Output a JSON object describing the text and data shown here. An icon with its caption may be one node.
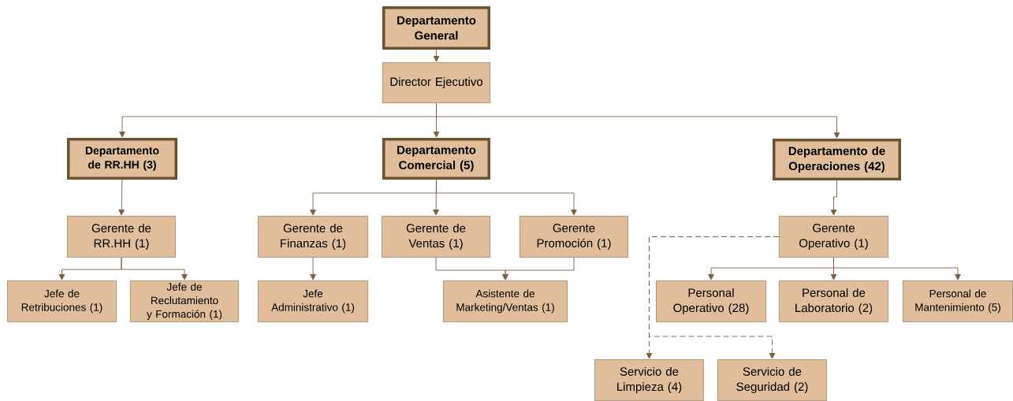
{
  "diagram": {
    "nodes": [
      {
        "text": [
          "Departamento General"
        ]
      },
      {
        "text": [
          "Director Ejecutivo"
        ]
      },
      {
        "text": [
          "Departamento de RR.HH (3)"
        ]
      },
      {
        "text": [
          "Departamento Comercial (5)"
        ]
      },
      {
        "text": [
          "Departamento de Operaciones (42)"
        ]
      },
      {
        "text": [
          "Gerente de RR.HH (1)"
        ]
      },
      {
        "text": [
          "Gerente de Finanzas (1)"
        ]
      },
      {
        "text": [
          "Gerente de Ventas (1)"
        ]
      },
      {
        "text": [
          "Gerente Promoción (1)"
        ]
      },
      {
        "text": [
          "Gerente Operativo (1)"
        ]
      },
      {
        "text": [
          "Jefe de Retribuciones (1)"
        ]
      },
      {
        "text": [
          "Jefe de Reclutamiento y Formación (1)"
        ]
      },
      {
        "text": [
          "Jefe Administrativo (1)"
        ]
      },
      {
        "text": [
          "Asistente de Marketing/Ventas (1)"
        ]
      },
      {
        "text": [
          "Personal Operativo (28)"
        ]
      },
      {
        "text": [
          "Personal de Laboratorio (2)"
        ]
      },
      {
        "text": [
          "Personal de Mantenimiento (5)"
        ]
      },
      {
        "text": [
          "Servicio de Limpieza (4)"
        ]
      },
      {
        "text": [
          "Servicio de Seguridad (2)"
        ]
      }
    ],
    "edges": [
      {
        "from": 0,
        "to": 1,
        "arrow": "to"
      },
      {
        "from": 1,
        "to": 2,
        "arrow": "to"
      },
      {
        "from": 1,
        "to": 3,
        "arrow": "to"
      },
      {
        "from": 1,
        "to": 4,
        "arrow": "to"
      },
      {
        "from": 2,
        "to": 5,
        "arrow": "to"
      },
      {
        "from": 3,
        "to": 6,
        "arrow": "to"
      },
      {
        "from": 3,
        "to": 7,
        "arrow": "to"
      },
      {
        "from": 3,
        "to": 8,
        "arrow": "to"
      },
      {
        "from": 4,
        "to": 9,
        "arrow": "to"
      },
      {
        "from": 5,
        "to": 10,
        "arrow": "to"
      },
      {
        "from": 5,
        "to": 11,
        "arrow": "to"
      },
      {
        "from": 6,
        "to": 12,
        "arrow": "to"
      },
      {
        "from": 7,
        "to": 13,
        "arrow": "to"
      },
      {
        "from": 8,
        "to": 13,
        "arrow": "to"
      },
      {
        "from": 9,
        "to": 14,
        "arrow": "to"
      },
      {
        "from": 9,
        "to": 15,
        "arrow": "to"
      },
      {
        "from": 9,
        "to": 16,
        "arrow": "to"
      },
      {
        "from": 9,
        "to": 17,
        "arrow": "to",
        "style": "dashed"
      },
      {
        "from": 9,
        "to": 18,
        "arrow": "to",
        "style": "dashed"
      }
    ]
  }
}
